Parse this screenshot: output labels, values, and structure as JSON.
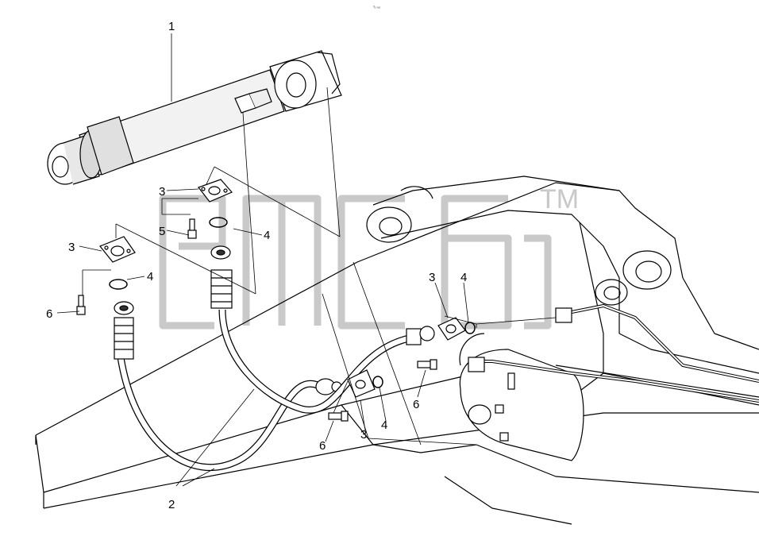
{
  "diagram": {
    "header_mark": "⁰ₒ ₀₀₀",
    "watermark": {
      "text": "gmcb",
      "trademark": "TM",
      "color": "#c8c8c8"
    },
    "line_color": "#000000",
    "callouts": [
      {
        "id": "c1",
        "label": "1"
      },
      {
        "id": "c2",
        "label": "2"
      },
      {
        "id": "c3a",
        "label": "3"
      },
      {
        "id": "c3b",
        "label": "3"
      },
      {
        "id": "c3c",
        "label": "3"
      },
      {
        "id": "c3d",
        "label": "3"
      },
      {
        "id": "c4a",
        "label": "4"
      },
      {
        "id": "c4b",
        "label": "4"
      },
      {
        "id": "c4c",
        "label": "4"
      },
      {
        "id": "c4d",
        "label": "4"
      },
      {
        "id": "c5",
        "label": "5"
      },
      {
        "id": "c6a",
        "label": "6"
      },
      {
        "id": "c6b",
        "label": "6"
      },
      {
        "id": "c6c",
        "label": "6"
      }
    ]
  }
}
